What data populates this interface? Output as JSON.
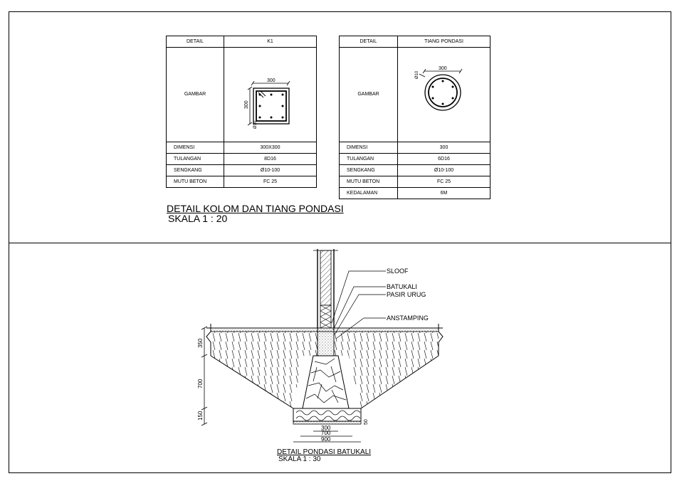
{
  "table_k1": {
    "header": {
      "label": "DETAIL",
      "value": "K1"
    },
    "image_label": "GAMBAR",
    "section": {
      "width_dim": "300",
      "height_dim": "300",
      "bar_mark": "Ø10"
    },
    "rows": [
      {
        "label": "DIMENSI",
        "value": "300X300"
      },
      {
        "label": "TULANGAN",
        "value": "8D16"
      },
      {
        "label": "SENGKANG",
        "value": "Ø10-100"
      },
      {
        "label": "MUTU BETON",
        "value": "FC 25"
      }
    ]
  },
  "table_tiang": {
    "header": {
      "label": "DETAIL",
      "value": "TIANG PONDASI"
    },
    "image_label": "GAMBAR",
    "section": {
      "diameter_dim": "300",
      "bar_mark": "Ø10"
    },
    "rows": [
      {
        "label": "DIMENSI",
        "value": "300"
      },
      {
        "label": "TULANGAN",
        "value": "6D16"
      },
      {
        "label": "SENGKANG",
        "value": "Ø10-100"
      },
      {
        "label": "MUTU BETON",
        "value": "FC 25"
      },
      {
        "label": "KEDALAMAN",
        "value": "6M"
      }
    ]
  },
  "caption_top": {
    "title": "DETAIL KOLOM DAN TIANG PONDASI",
    "scale": "SKALA 1 : 20"
  },
  "foundation": {
    "labels": {
      "sloof": "SLOOF",
      "batukali": "BATUKALI",
      "pasir_urug": "PASIR URUG",
      "anstamping": "ANSTAMPING"
    },
    "vertical_dims": [
      "350",
      "700",
      "150"
    ],
    "bottom_dims": [
      "300",
      "700",
      "900"
    ],
    "side_dim": "50"
  },
  "caption_bottom": {
    "title": "DETAIL PONDASI BATUKALI",
    "scale": "SKALA 1 : 30"
  }
}
